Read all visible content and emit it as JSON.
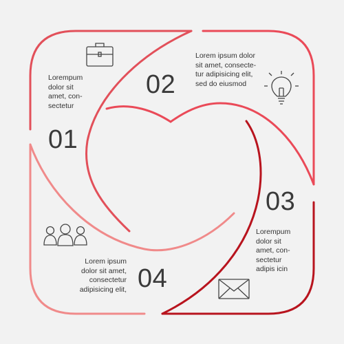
{
  "segments": [
    {
      "number": "01",
      "text": "Lorempum\ndolor sit\namet, con-\nsectetur",
      "icon": "briefcase-icon",
      "color": "#e2505a"
    },
    {
      "number": "02",
      "text": "Lorem ipsum dolor\nsit amet, consecte-\ntur adipisicing elit,\nsed do eiusmod",
      "icon": "lightbulb-icon",
      "color": "#ea4a58"
    },
    {
      "number": "03",
      "text": "Lorempum\ndolor sit\namet, con-\nsectetur\nadipis icin",
      "icon": "envelope-icon",
      "color": "#b8141e"
    },
    {
      "number": "04",
      "text": "Lorem ipsum\ndolor sit amet,\nconsectetur\nadipisicing elit,",
      "icon": "people-icon",
      "color": "#f08a8a"
    }
  ],
  "center_icon": "heart-outline",
  "background": "#f2f2f2"
}
